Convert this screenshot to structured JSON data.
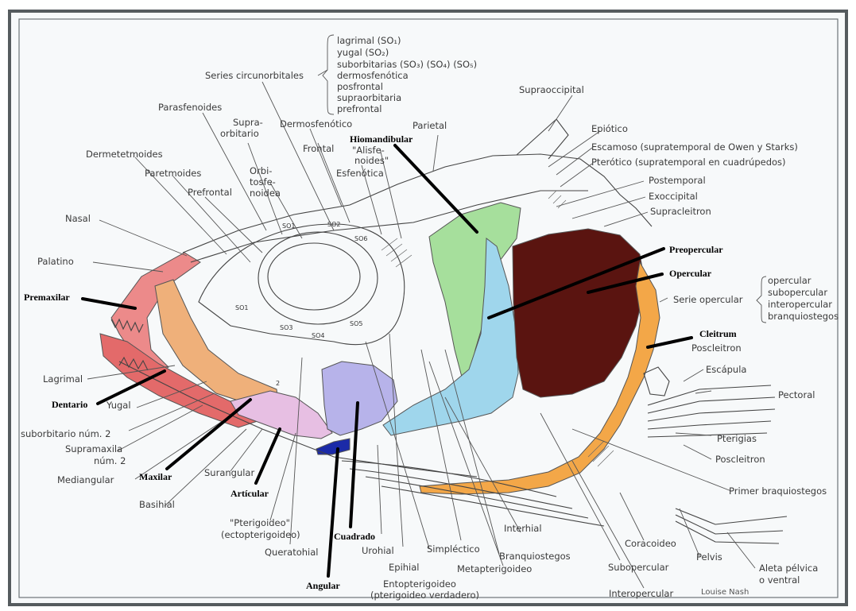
{
  "colors": {
    "premaxilar": "#ec8a8a",
    "dentario": "#e36a6a",
    "maxilar": "#efb07a",
    "articular": "#e7bfe3",
    "cuadrado": "#b7b3ea",
    "angular": "#1b2aa8",
    "hiomandibular": "#a6df9c",
    "preopercular": "#9fd6ec",
    "opercular": "#5a1410",
    "cleitrum": "#f3a748",
    "frame": "#555b5e"
  },
  "circumorbital": {
    "title": "Series circunorbitales",
    "items": [
      "lagrimal (SO₁)",
      "yugal (SO₂)",
      "suborbitarias (SO₃) (SO₄) (SO₅)",
      "dermosfenótica",
      "posfrontal",
      "supraorbitaria",
      "prefrontal"
    ]
  },
  "opercular_series": {
    "title": "Serie opercular",
    "items": [
      "opercular",
      "subopercular",
      "interopercular",
      "branquiostegos"
    ]
  },
  "labels": {
    "supraoccipital": "Supraoccipital",
    "parasfenoides": "Parasfenoides",
    "supraorbitario_1": "Supra-",
    "supraorbitario_2": "orbitario",
    "dermosfenotico": "Dermosfenótico",
    "parietal": "Parietal",
    "epiotico": "Epiótico",
    "escamoso": "Escamoso (supratemporal de Owen y Starks)",
    "pterotico": "Pterótico (supratemporal en cuadrúpedos)",
    "postemporal": "Postemporal",
    "exoccipital": "Exoccipital",
    "supracleitron": "Supracleitron",
    "dermetmoides": "Dermetetmoides",
    "paretmoides": "Paretmoides",
    "prefrontal": "Prefrontal",
    "frontal": "Frontal",
    "orbitosfenoidea_1": "Orbi-",
    "orbitosfenoidea_2": "tosfe-",
    "orbitosfenoidea_3": "noidea",
    "alisfenoides_1": "\"Alisfe-",
    "alisfenoides_2": "noides\"",
    "esfenotica": "Esfenótica",
    "nasal": "Nasal",
    "palatino": "Palatino",
    "lagrimal": "Lagrimal",
    "yugal": "Yugal",
    "suborbitario_num2": "suborbitario núm. 2",
    "supramaxila_1": "Supramaxila",
    "supramaxila_2": "núm. 2",
    "mediangular": "Mediangular",
    "basihial": "Basihial",
    "surangular": "Surangular",
    "pterigoideo_1": "\"Pterigoideo\"",
    "pterigoideo_2": "(ectopterigoideo)",
    "queratohial": "Queratohial",
    "urohial": "Urohial",
    "epihial": "Epihial",
    "simplectico": "Simpléctico",
    "entopterigoideo_1": "Entopterigoideo",
    "entopterigoideo_2": "(pterigoideo verdadero)",
    "branquiostegos": "Branquiostegos",
    "metapterigoideo": "Metapterigoideo",
    "interhial": "Interhial",
    "subopercular": "Subopercular",
    "interopercular": "Interopercular",
    "coracoideo": "Coracoideo",
    "pelvis": "Pelvis",
    "aleta_pelvica_1": "Aleta pélvica",
    "aleta_pelvica_2": "o ventral",
    "primer_braquiostegos": "Primer braquiostegos",
    "poscleitron_1": "Poscleitron",
    "poscleitron_2": "Poscleitron",
    "escapula": "Escápula",
    "pectoral": "Pectoral",
    "pterigias": "Pterigias",
    "signature": "Louise Nash"
  },
  "bold_labels": {
    "hiomandibular": "Hiomandibular",
    "preopercular": "Preopercular",
    "opercular": "Opercular",
    "premaxilar": "Premaxilar",
    "cleitrum": "Cleitrum",
    "dentario": "Dentario",
    "maxilar": "Maxilar",
    "articular": "Artícular",
    "cuadrado": "Cuadrado",
    "angular": "Angular"
  },
  "orbit_codes": {
    "so1": "SO1",
    "so2": "SO2",
    "so6": "SO6",
    "so1b": "SO1",
    "so3": "SO3",
    "so4": "SO4",
    "so5": "SO5",
    "two": "2"
  }
}
